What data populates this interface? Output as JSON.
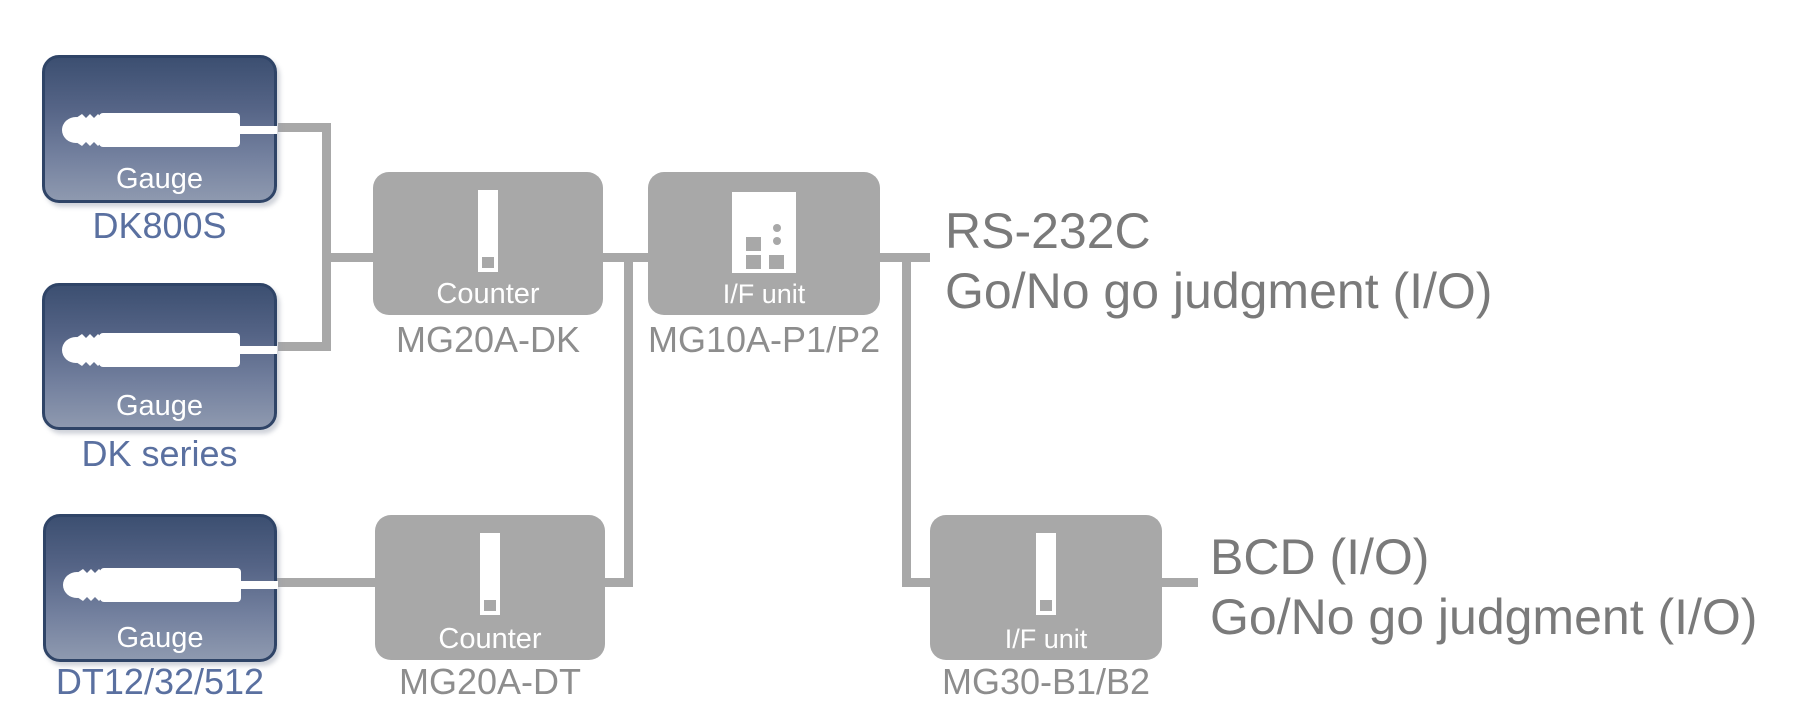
{
  "diagram": {
    "gauges": [
      {
        "label": "Gauge",
        "model": "DK800S"
      },
      {
        "label": "Gauge",
        "model": "DK series"
      },
      {
        "label": "Gauge",
        "model": "DT12/32/512"
      }
    ],
    "counters": [
      {
        "label": "Counter",
        "model": "MG20A-DK"
      },
      {
        "label": "Counter",
        "model": "MG20A-DT"
      }
    ],
    "if_units": [
      {
        "label": "I/F unit",
        "model": "MG10A-P1/P2"
      },
      {
        "label": "I/F unit",
        "model": "MG30-B1/B2"
      }
    ],
    "outputs": [
      {
        "lines": [
          "RS-232C",
          "Go/No go judgment (I/O)"
        ]
      },
      {
        "lines": [
          "BCD (I/O)",
          "Go/No go judgment (I/O)"
        ]
      }
    ],
    "icons": {
      "gauge": "gauge-probe-icon",
      "counter": "counter-module-icon",
      "if_unit": "io-connector-icon"
    },
    "colors": {
      "box_gray": "#a8a8a8",
      "gauge_border": "#2f4467",
      "gauge_gradient_top": "#3c4f71",
      "gauge_gradient_bottom": "#8e99af",
      "model_label_blue": "#5a70a0",
      "model_label_gray": "#8d8d8d",
      "output_text": "#7a7a7a",
      "connector": "#a8a8a8"
    }
  }
}
